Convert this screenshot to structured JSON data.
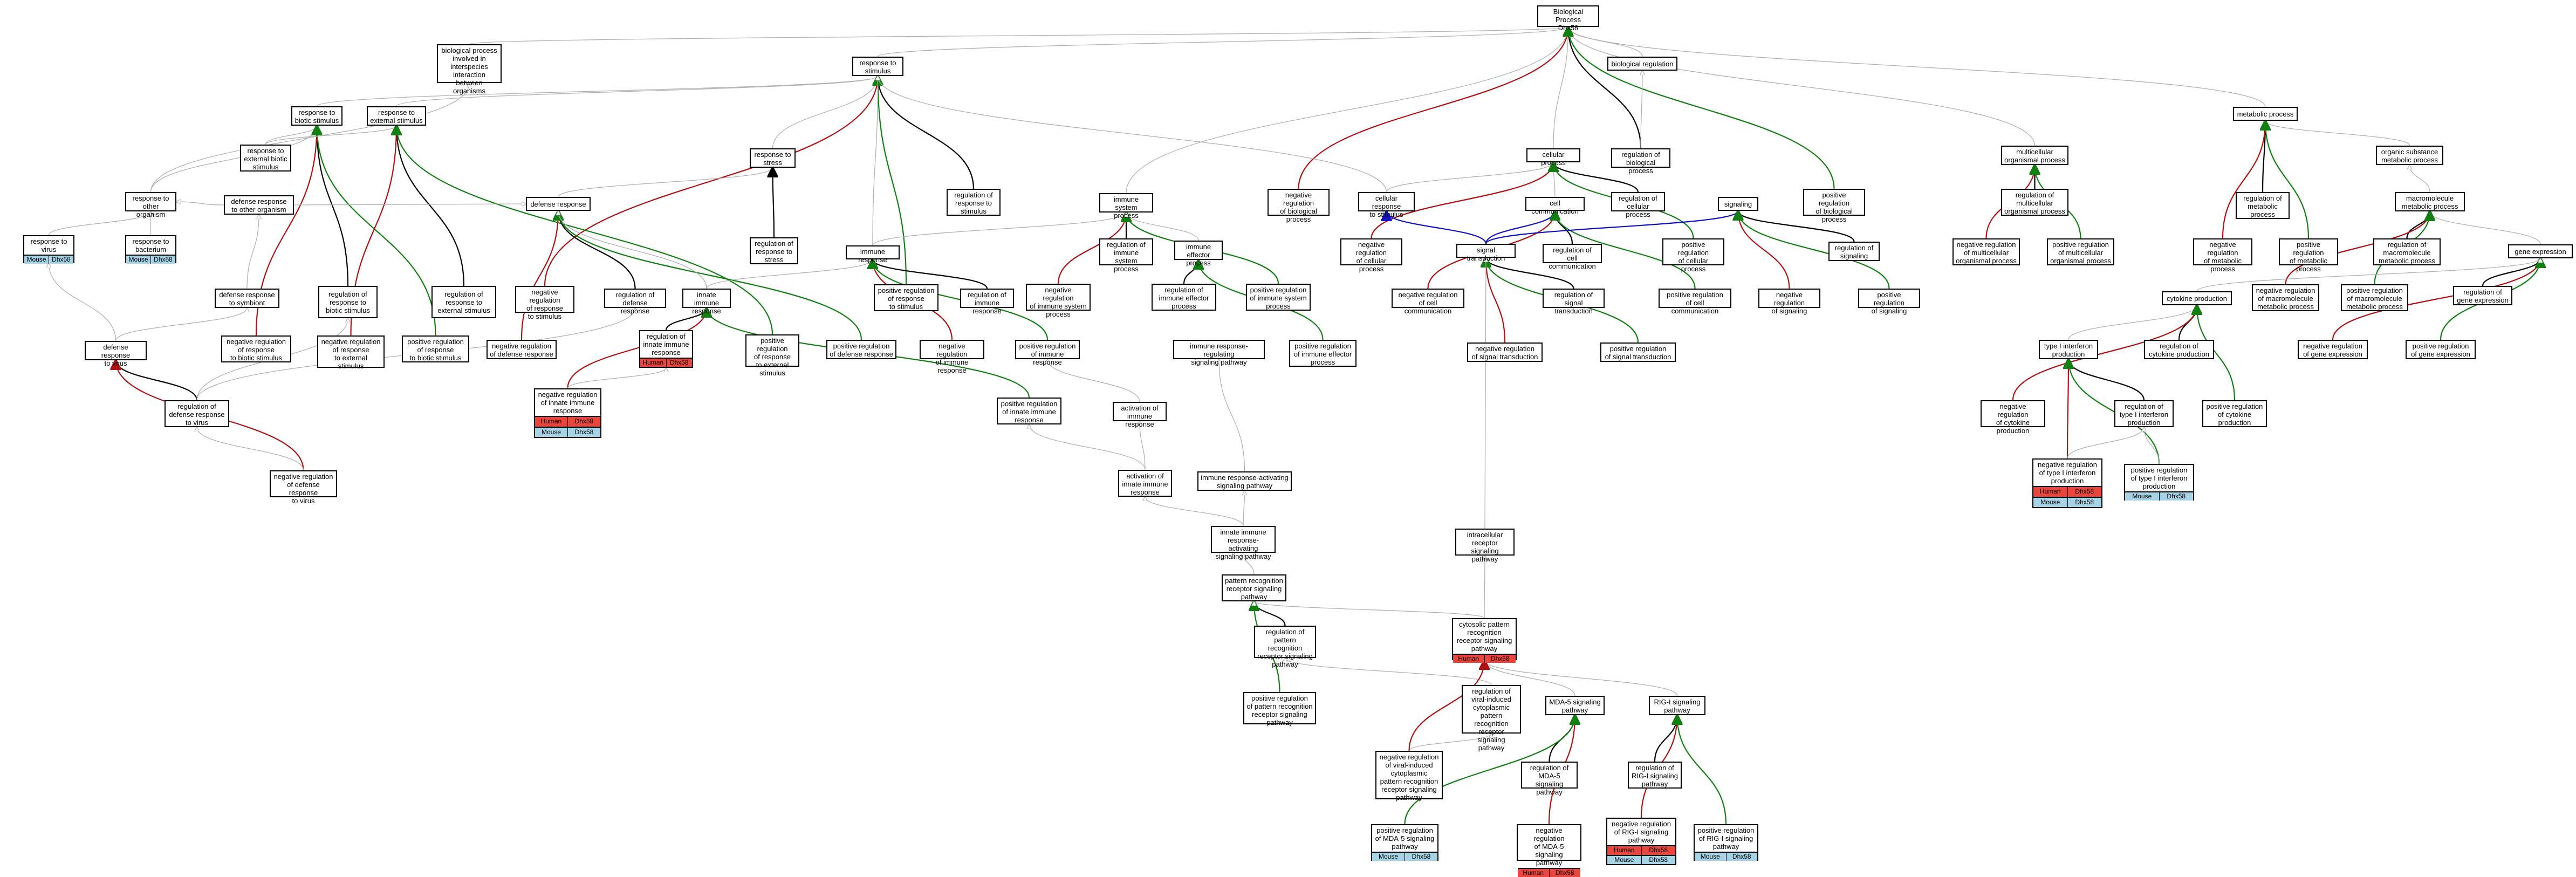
{
  "nodes": [
    {
      "id": "bp",
      "label": "Biological Process\nDhx58"
    },
    {
      "id": "breg",
      "label": "biological regulation"
    },
    {
      "id": "bpinter",
      "label": "biological process\ninvolved in\ninterspecies\ninteraction\nbetween organisms"
    },
    {
      "id": "rstim",
      "label": "response to\nstimulus"
    },
    {
      "id": "rbiotic",
      "label": "response to\nbiotic stimulus"
    },
    {
      "id": "rext",
      "label": "response to\nexternal stimulus"
    },
    {
      "id": "rextbiotic",
      "label": "response to\nexternal biotic\nstimulus"
    },
    {
      "id": "rstress",
      "label": "response to\nstress"
    },
    {
      "id": "rother",
      "label": "response to\nother organism"
    },
    {
      "id": "rvirus",
      "label": "response to\nvirus",
      "tags": [
        "Mouse",
        "Dhx58"
      ]
    },
    {
      "id": "rbact",
      "label": "response to\nbacterium",
      "tags": [
        "Mouse",
        "Dhx58"
      ]
    },
    {
      "id": "defother",
      "label": "defense response\nto other organism"
    },
    {
      "id": "defsymb",
      "label": "defense response\nto symbiont"
    },
    {
      "id": "defresp",
      "label": "defense response"
    },
    {
      "id": "defvirus",
      "label": "defense response\nto virus"
    },
    {
      "id": "regdefvirus",
      "label": "regulation of\ndefense response\nto virus"
    },
    {
      "id": "negregdefvirus",
      "label": "negative regulation\nof defense response\nto virus"
    },
    {
      "id": "negregrbiotic",
      "label": "negative regulation\nof response\nto biotic stimulus"
    },
    {
      "id": "regrbiotic",
      "label": "regulation of\nresponse to\nbiotic stimulus"
    },
    {
      "id": "regrext",
      "label": "regulation of\nresponse to\nexternal stimulus"
    },
    {
      "id": "negregrext",
      "label": "negative regulation\nof response\nto external\nstimulus"
    },
    {
      "id": "posregrbiotic",
      "label": "positive regulation\nof response\nto biotic stimulus"
    },
    {
      "id": "regrstim",
      "label": "regulation of\nresponse to\nstimulus"
    },
    {
      "id": "regrstress",
      "label": "regulation of\nresponse to\nstress"
    },
    {
      "id": "negregrstim",
      "label": "negative regulation\nof response\nto stimulus"
    },
    {
      "id": "regdef",
      "label": "regulation of\ndefense response"
    },
    {
      "id": "negregdef",
      "label": "negative regulation\nof defense response"
    },
    {
      "id": "innate",
      "label": "innate immune\nresponse"
    },
    {
      "id": "reginnate",
      "label": "regulation of\ninnate immune\nresponse",
      "tags": [
        "Human",
        "Dhx58"
      ]
    },
    {
      "id": "negreginnate",
      "label": "negative regulation\nof innate immune\nresponse",
      "tags": [
        "Human",
        "Dhx58",
        "Mouse",
        "Dhx58"
      ]
    },
    {
      "id": "posregrext",
      "label": "positive regulation\nof response\nto external\nstimulus"
    },
    {
      "id": "posregdef",
      "label": "positive regulation\nof defense response"
    },
    {
      "id": "posregrstim",
      "label": "positive regulation\nof response\nto stimulus"
    },
    {
      "id": "immresp",
      "label": "immune response"
    },
    {
      "id": "regimmresp",
      "label": "regulation of\nimmune response"
    },
    {
      "id": "negregimmresp",
      "label": "negative regulation\nof immune response"
    },
    {
      "id": "posregimmresp",
      "label": "positive regulation\nof immune response"
    },
    {
      "id": "posreginnate",
      "label": "positive regulation\nof innate immune\nresponse"
    },
    {
      "id": "imsys",
      "label": "immune system\nprocess"
    },
    {
      "id": "regimsys",
      "label": "regulation of\nimmune system\nprocess"
    },
    {
      "id": "negregimsys",
      "label": "negative regulation\nof immune system\nprocess"
    },
    {
      "id": "imeff",
      "label": "immune effector\nprocess"
    },
    {
      "id": "regimeff",
      "label": "regulation of\nimmune effector\nprocess"
    },
    {
      "id": "posregimsys",
      "label": "positive regulation\nof immune system\nprocess"
    },
    {
      "id": "posregimeff",
      "label": "positive regulation\nof immune effector\nprocess"
    },
    {
      "id": "imregsig",
      "label": "immune response-regulating\nsignaling pathway"
    },
    {
      "id": "actimm",
      "label": "activation of\nimmune response"
    },
    {
      "id": "actinnate",
      "label": "activation of\ninnate immune\nresponse"
    },
    {
      "id": "imactsig",
      "label": "immune response-activating\nsignaling pathway"
    },
    {
      "id": "innatesig",
      "label": "innate immune\nresponse-activating\nsignaling pathway"
    },
    {
      "id": "prr",
      "label": "pattern recognition\nreceptor signaling\npathway"
    },
    {
      "id": "regprr",
      "label": "regulation of\npattern recognition\nreceptor signaling\npathway"
    },
    {
      "id": "posregprr",
      "label": "positive regulation\nof pattern recognition\nreceptor signaling\npathway"
    },
    {
      "id": "negregbp",
      "label": "negative regulation\nof biological\nprocess"
    },
    {
      "id": "cellrstim",
      "label": "cellular response\nto stimulus"
    },
    {
      "id": "negregcell",
      "label": "negative regulation\nof cellular\nprocess"
    },
    {
      "id": "cellproc",
      "label": "cellular process"
    },
    {
      "id": "regbp",
      "label": "regulation of\nbiological process"
    },
    {
      "id": "cellcomm",
      "label": "cell communication"
    },
    {
      "id": "regcellproc",
      "label": "regulation of\ncellular process"
    },
    {
      "id": "sigtrans",
      "label": "signal transduction"
    },
    {
      "id": "regcellcomm",
      "label": "regulation of\ncell communication"
    },
    {
      "id": "negregcellcomm",
      "label": "negative regulation\nof cell communication"
    },
    {
      "id": "regsigtrans",
      "label": "regulation of\nsignal transduction"
    },
    {
      "id": "negregsigtrans",
      "label": "negative regulation\nof signal transduction"
    },
    {
      "id": "posregsigtrans",
      "label": "positive regulation\nof signal transduction"
    },
    {
      "id": "posregcellproc",
      "label": "positive regulation\nof cellular\nprocess"
    },
    {
      "id": "posregcellcomm",
      "label": "positive regulation\nof cell communication"
    },
    {
      "id": "signaling",
      "label": "signaling"
    },
    {
      "id": "regsignaling",
      "label": "regulation of\nsignaling"
    },
    {
      "id": "negregsignaling",
      "label": "negative regulation\nof signaling"
    },
    {
      "id": "posregsignaling",
      "label": "positive regulation\nof signaling"
    },
    {
      "id": "posregbp",
      "label": "positive regulation\nof biological\nprocess"
    },
    {
      "id": "intrarec",
      "label": "intracellular\nreceptor signaling\npathway"
    },
    {
      "id": "cytprr",
      "label": "cytosolic pattern\nrecognition\nreceptor signaling\npathway",
      "tags": [
        "Human",
        "Dhx58"
      ]
    },
    {
      "id": "regviral",
      "label": "regulation of\nviral-induced\ncytoplasmic\npattern recognition\nreceptor signaling\npathway"
    },
    {
      "id": "negregviral",
      "label": "negative regulation\nof viral-induced\ncytoplasmic\npattern recognition\nreceptor signaling\npathway"
    },
    {
      "id": "mda5",
      "label": "MDA-5 signaling\npathway"
    },
    {
      "id": "regmda5",
      "label": "regulation of\nMDA-5 signaling\npathway"
    },
    {
      "id": "posregmda5",
      "label": "positive regulation\nof MDA-5 signaling\npathway",
      "tags": [
        "Mouse",
        "Dhx58"
      ]
    },
    {
      "id": "negregmda5",
      "label": "negative regulation\nof MDA-5 signaling\npathway",
      "tags": [
        "Human",
        "Dhx58"
      ]
    },
    {
      "id": "rigi",
      "label": "RIG-I signaling\npathway"
    },
    {
      "id": "regrigi",
      "label": "regulation of\nRIG-I signaling\npathway"
    },
    {
      "id": "negregrigi",
      "label": "negative regulation\nof RIG-I signaling\npathway",
      "tags": [
        "Human",
        "Dhx58",
        "Mouse",
        "Dhx58"
      ]
    },
    {
      "id": "posregrigi",
      "label": "positive regulation\nof RIG-I signaling\npathway",
      "tags": [
        "Mouse",
        "Dhx58"
      ]
    },
    {
      "id": "multiorg",
      "label": "multicellular\norganismal process"
    },
    {
      "id": "regmultiorg",
      "label": "regulation of\nmulticellular\norganismal process"
    },
    {
      "id": "negregmultiorg",
      "label": "negative regulation\nof multicellular\norganismal process"
    },
    {
      "id": "posregmultiorg",
      "label": "positive regulation\nof multicellular\norganismal process"
    },
    {
      "id": "metab",
      "label": "metabolic process"
    },
    {
      "id": "organic",
      "label": "organic substance\nmetabolic process"
    },
    {
      "id": "macromol",
      "label": "macromolecule\nmetabolic process"
    },
    {
      "id": "regmetab",
      "label": "regulation of\nmetabolic process"
    },
    {
      "id": "negregmetab",
      "label": "negative regulation\nof metabolic\nprocess"
    },
    {
      "id": "posregmetab",
      "label": "positive regulation\nof metabolic\nprocess"
    },
    {
      "id": "regmacro",
      "label": "regulation of\nmacromolecule\nmetabolic process"
    },
    {
      "id": "negregmacro",
      "label": "negative regulation\nof macromolecule\nmetabolic process"
    },
    {
      "id": "posregmacro",
      "label": "positive regulation\nof macromolecule\nmetabolic process"
    },
    {
      "id": "geneexp",
      "label": "gene expression"
    },
    {
      "id": "reggeneexp",
      "label": "regulation of\ngene expression"
    },
    {
      "id": "negreggeneexp",
      "label": "negative regulation\nof gene expression"
    },
    {
      "id": "posreggeneexp",
      "label": "positive regulation\nof gene expression"
    },
    {
      "id": "cytprod",
      "label": "cytokine production"
    },
    {
      "id": "type1",
      "label": "type I interferon\nproduction"
    },
    {
      "id": "regcytprod",
      "label": "regulation of\ncytokine production"
    },
    {
      "id": "regtype1",
      "label": "regulation of\ntype I interferon\nproduction"
    },
    {
      "id": "negregcytprod",
      "label": "negative regulation\nof cytokine\nproduction"
    },
    {
      "id": "posregcytprod",
      "label": "positive regulation\nof cytokine\nproduction"
    },
    {
      "id": "negregtype1",
      "label": "negative regulation\nof type I interferon\nproduction",
      "tags": [
        "Human",
        "Dhx58",
        "Mouse",
        "Dhx58"
      ]
    },
    {
      "id": "posregtype1",
      "label": "positive regulation\nof type I interferon\nproduction",
      "tags": [
        "Mouse",
        "Dhx58"
      ]
    }
  ],
  "edges": [
    [
      "breg",
      "bp",
      "grey"
    ],
    [
      "bpinter",
      "bp",
      "grey"
    ],
    [
      "rstim",
      "bp",
      "grey"
    ],
    [
      "cellproc",
      "bp",
      "grey"
    ],
    [
      "regbp",
      "bp",
      "black"
    ],
    [
      "multiorg",
      "bp",
      "grey"
    ],
    [
      "metab",
      "bp",
      "grey"
    ],
    [
      "imsys",
      "bp",
      "grey"
    ],
    [
      "negregbp",
      "bp",
      "red"
    ],
    [
      "posregbp",
      "bp",
      "green"
    ],
    [
      "regbp",
      "breg",
      "grey"
    ],
    [
      "rbiotic",
      "rstim",
      "grey"
    ],
    [
      "rext",
      "rstim",
      "grey"
    ],
    [
      "rstress",
      "rstim",
      "grey"
    ],
    [
      "regrstim",
      "rstim",
      "black"
    ],
    [
      "negregrstim",
      "rstim",
      "red"
    ],
    [
      "posregrstim",
      "rstim",
      "green"
    ],
    [
      "cellrstim",
      "rstim",
      "grey"
    ],
    [
      "immresp",
      "rstim",
      "grey"
    ],
    [
      "rextbiotic",
      "rbiotic",
      "grey"
    ],
    [
      "rother",
      "rbiotic",
      "grey"
    ],
    [
      "regrbiotic",
      "rbiotic",
      "black"
    ],
    [
      "negregrbiotic",
      "rbiotic",
      "red"
    ],
    [
      "posregrbiotic",
      "rbiotic",
      "green"
    ],
    [
      "rextbiotic",
      "rext",
      "grey"
    ],
    [
      "regrext",
      "rext",
      "black"
    ],
    [
      "negregrext",
      "rext",
      "red"
    ],
    [
      "posregrext",
      "rext",
      "green"
    ],
    [
      "rother",
      "bpinter",
      "grey"
    ],
    [
      "rvirus",
      "rother",
      "grey"
    ],
    [
      "rbact",
      "rother",
      "grey"
    ],
    [
      "defother",
      "rother",
      "grey"
    ],
    [
      "defresp",
      "rstress",
      "grey"
    ],
    [
      "regrstress",
      "rstress",
      "black"
    ],
    [
      "defsymb",
      "defother",
      "grey"
    ],
    [
      "defvirus",
      "defsymb",
      "grey"
    ],
    [
      "defvirus",
      "rvirus",
      "grey"
    ],
    [
      "defother",
      "defresp",
      "grey"
    ],
    [
      "regdef",
      "defresp",
      "black"
    ],
    [
      "negregdef",
      "defresp",
      "red"
    ],
    [
      "posregdef",
      "defresp",
      "green"
    ],
    [
      "innate",
      "defresp",
      "grey"
    ],
    [
      "regdefvirus",
      "defvirus",
      "black"
    ],
    [
      "negregdefvirus",
      "defvirus",
      "red"
    ],
    [
      "negregdefvirus",
      "regdefvirus",
      "grey"
    ],
    [
      "regdefvirus",
      "regdef",
      "grey"
    ],
    [
      "regdefvirus",
      "regrbiotic",
      "grey"
    ],
    [
      "reginnate",
      "innate",
      "black"
    ],
    [
      "negreginnate",
      "innate",
      "red"
    ],
    [
      "posreginnate",
      "innate",
      "green"
    ],
    [
      "negreginnate",
      "reginnate",
      "grey"
    ],
    [
      "innate",
      "immresp",
      "grey"
    ],
    [
      "regimmresp",
      "immresp",
      "black"
    ],
    [
      "negregimmresp",
      "immresp",
      "red"
    ],
    [
      "posregimmresp",
      "immresp",
      "green"
    ],
    [
      "immresp",
      "imsys",
      "grey"
    ],
    [
      "regimsys",
      "imsys",
      "black"
    ],
    [
      "negregimsys",
      "imsys",
      "red"
    ],
    [
      "posregimsys",
      "imsys",
      "green"
    ],
    [
      "regimeff",
      "imeff",
      "black"
    ],
    [
      "posregimeff",
      "imeff",
      "green"
    ],
    [
      "imeff",
      "imsys",
      "grey"
    ],
    [
      "actimm",
      "posregimmresp",
      "grey"
    ],
    [
      "actinnate",
      "actimm",
      "grey"
    ],
    [
      "actinnate",
      "posreginnate",
      "grey"
    ],
    [
      "imactsig",
      "imregsig",
      "grey"
    ],
    [
      "innatesig",
      "imactsig",
      "grey"
    ],
    [
      "innatesig",
      "actinnate",
      "grey"
    ],
    [
      "prr",
      "innatesig",
      "grey"
    ],
    [
      "regprr",
      "prr",
      "black"
    ],
    [
      "posregprr",
      "prr",
      "green"
    ],
    [
      "cellrstim",
      "cellproc",
      "grey"
    ],
    [
      "cellcomm",
      "cellproc",
      "grey"
    ],
    [
      "regcellproc",
      "cellproc",
      "black"
    ],
    [
      "negregcell",
      "cellproc",
      "red"
    ],
    [
      "posregcellproc",
      "cellproc",
      "green"
    ],
    [
      "sigtrans",
      "cellcomm",
      "blue"
    ],
    [
      "regcellcomm",
      "cellcomm",
      "black"
    ],
    [
      "negregcellcomm",
      "cellcomm",
      "red"
    ],
    [
      "posregcellcomm",
      "cellcomm",
      "green"
    ],
    [
      "sigtrans",
      "signaling",
      "blue"
    ],
    [
      "sigtrans",
      "cellrstim",
      "blue"
    ],
    [
      "regsignaling",
      "signaling",
      "black"
    ],
    [
      "negregsignaling",
      "signaling",
      "red"
    ],
    [
      "posregsignaling",
      "signaling",
      "green"
    ],
    [
      "regsigtrans",
      "sigtrans",
      "black"
    ],
    [
      "negregsigtrans",
      "sigtrans",
      "red"
    ],
    [
      "posregsigtrans",
      "sigtrans",
      "green"
    ],
    [
      "intrarec",
      "sigtrans",
      "grey"
    ],
    [
      "cytprr",
      "intrarec",
      "grey"
    ],
    [
      "cytprr",
      "prr",
      "grey"
    ],
    [
      "mda5",
      "cytprr",
      "grey"
    ],
    [
      "rigi",
      "cytprr",
      "grey"
    ],
    [
      "regviral",
      "regprr",
      "grey"
    ],
    [
      "negregviral",
      "regviral",
      "grey"
    ],
    [
      "negregviral",
      "cytprr",
      "red"
    ],
    [
      "regmda5",
      "mda5",
      "black"
    ],
    [
      "negregmda5",
      "mda5",
      "red"
    ],
    [
      "posregmda5",
      "mda5",
      "green"
    ],
    [
      "regrigi",
      "rigi",
      "black"
    ],
    [
      "negregrigi",
      "rigi",
      "red"
    ],
    [
      "posregrigi",
      "rigi",
      "green"
    ],
    [
      "regmultiorg",
      "multiorg",
      "black"
    ],
    [
      "negregmultiorg",
      "multiorg",
      "red"
    ],
    [
      "posregmultiorg",
      "multiorg",
      "green"
    ],
    [
      "organic",
      "metab",
      "grey"
    ],
    [
      "macromol",
      "organic",
      "grey"
    ],
    [
      "regmetab",
      "metab",
      "black"
    ],
    [
      "negregmetab",
      "metab",
      "red"
    ],
    [
      "posregmetab",
      "metab",
      "green"
    ],
    [
      "geneexp",
      "macromol",
      "grey"
    ],
    [
      "regmacro",
      "macromol",
      "black"
    ],
    [
      "negregmacro",
      "macromol",
      "red"
    ],
    [
      "posregmacro",
      "macromol",
      "green"
    ],
    [
      "reggeneexp",
      "geneexp",
      "black"
    ],
    [
      "negreggeneexp",
      "geneexp",
      "red"
    ],
    [
      "posreggeneexp",
      "geneexp",
      "green"
    ],
    [
      "cytprod",
      "geneexp",
      "grey"
    ],
    [
      "type1",
      "cytprod",
      "grey"
    ],
    [
      "regcytprod",
      "cytprod",
      "black"
    ],
    [
      "negregcytprod",
      "cytprod",
      "red"
    ],
    [
      "posregcytprod",
      "cytprod",
      "green"
    ],
    [
      "regtype1",
      "type1",
      "black"
    ],
    [
      "negregtype1",
      "type1",
      "red"
    ],
    [
      "posregtype1",
      "type1",
      "green"
    ],
    [
      "negregtype1",
      "regtype1",
      "grey"
    ],
    [
      "posregtype1",
      "regtype1",
      "grey"
    ]
  ]
}
